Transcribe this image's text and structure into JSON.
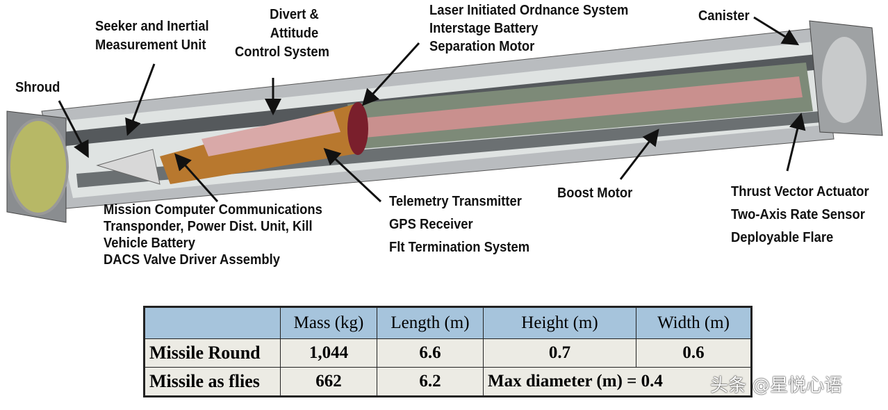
{
  "labels": {
    "shroud": "Shroud",
    "seeker": [
      "Seeker and Inertial",
      "Measurement Unit"
    ],
    "dacs": [
      "Divert &",
      "Attitude",
      "Control System"
    ],
    "lios": [
      "Laser Initiated Ordnance System",
      "Interstage Battery",
      "Separation Motor"
    ],
    "canister": "Canister",
    "mission": [
      "Mission Computer Communications",
      "Transponder, Power Dist. Unit, Kill",
      "Vehicle Battery",
      "DACS Valve Driver Assembly"
    ],
    "telemetry": [
      "Telemetry Transmitter",
      "GPS Receiver",
      "Flt Termination System"
    ],
    "boost": "Boost Motor",
    "thrust": [
      "Thrust Vector Actuator",
      "Two-Axis Rate Sensor",
      "Deployable Flare"
    ]
  },
  "table": {
    "headers": [
      "",
      "Mass (kg)",
      "Length (m)",
      "Height (m)",
      "Width (m)"
    ],
    "rows": [
      [
        "Missile Round",
        "1,044",
        "6.6",
        "0.7",
        "0.6"
      ],
      [
        "Missile as flies",
        "662",
        "6.2",
        "Max diameter (m) = 0.4"
      ]
    ]
  },
  "watermark": "头条 @星悦心语"
}
